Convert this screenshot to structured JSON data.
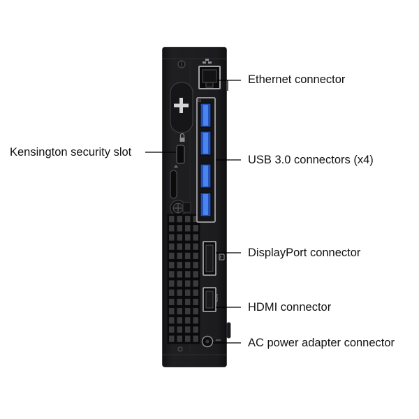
{
  "callouts": {
    "ethernet": "Ethernet connector",
    "kensington": "Kensington security slot",
    "usb": "USB 3.0 connectors (x4)",
    "displayport": "DisplayPort connector",
    "hdmi": "HDMI connector",
    "ac_power": "AC power adapter connector"
  },
  "colors": {
    "chassis": "#1c1c1e",
    "chassis_edge": "#0e0e0f",
    "port_outline": "#9a9a9e",
    "usb_blue": "#3a6fd8",
    "leader_line": "#000000"
  },
  "icons": {
    "ethernet": "network-icon",
    "kensington": "padlock-icon",
    "power": "power-icon",
    "wifi_antenna": "plus-icon"
  }
}
